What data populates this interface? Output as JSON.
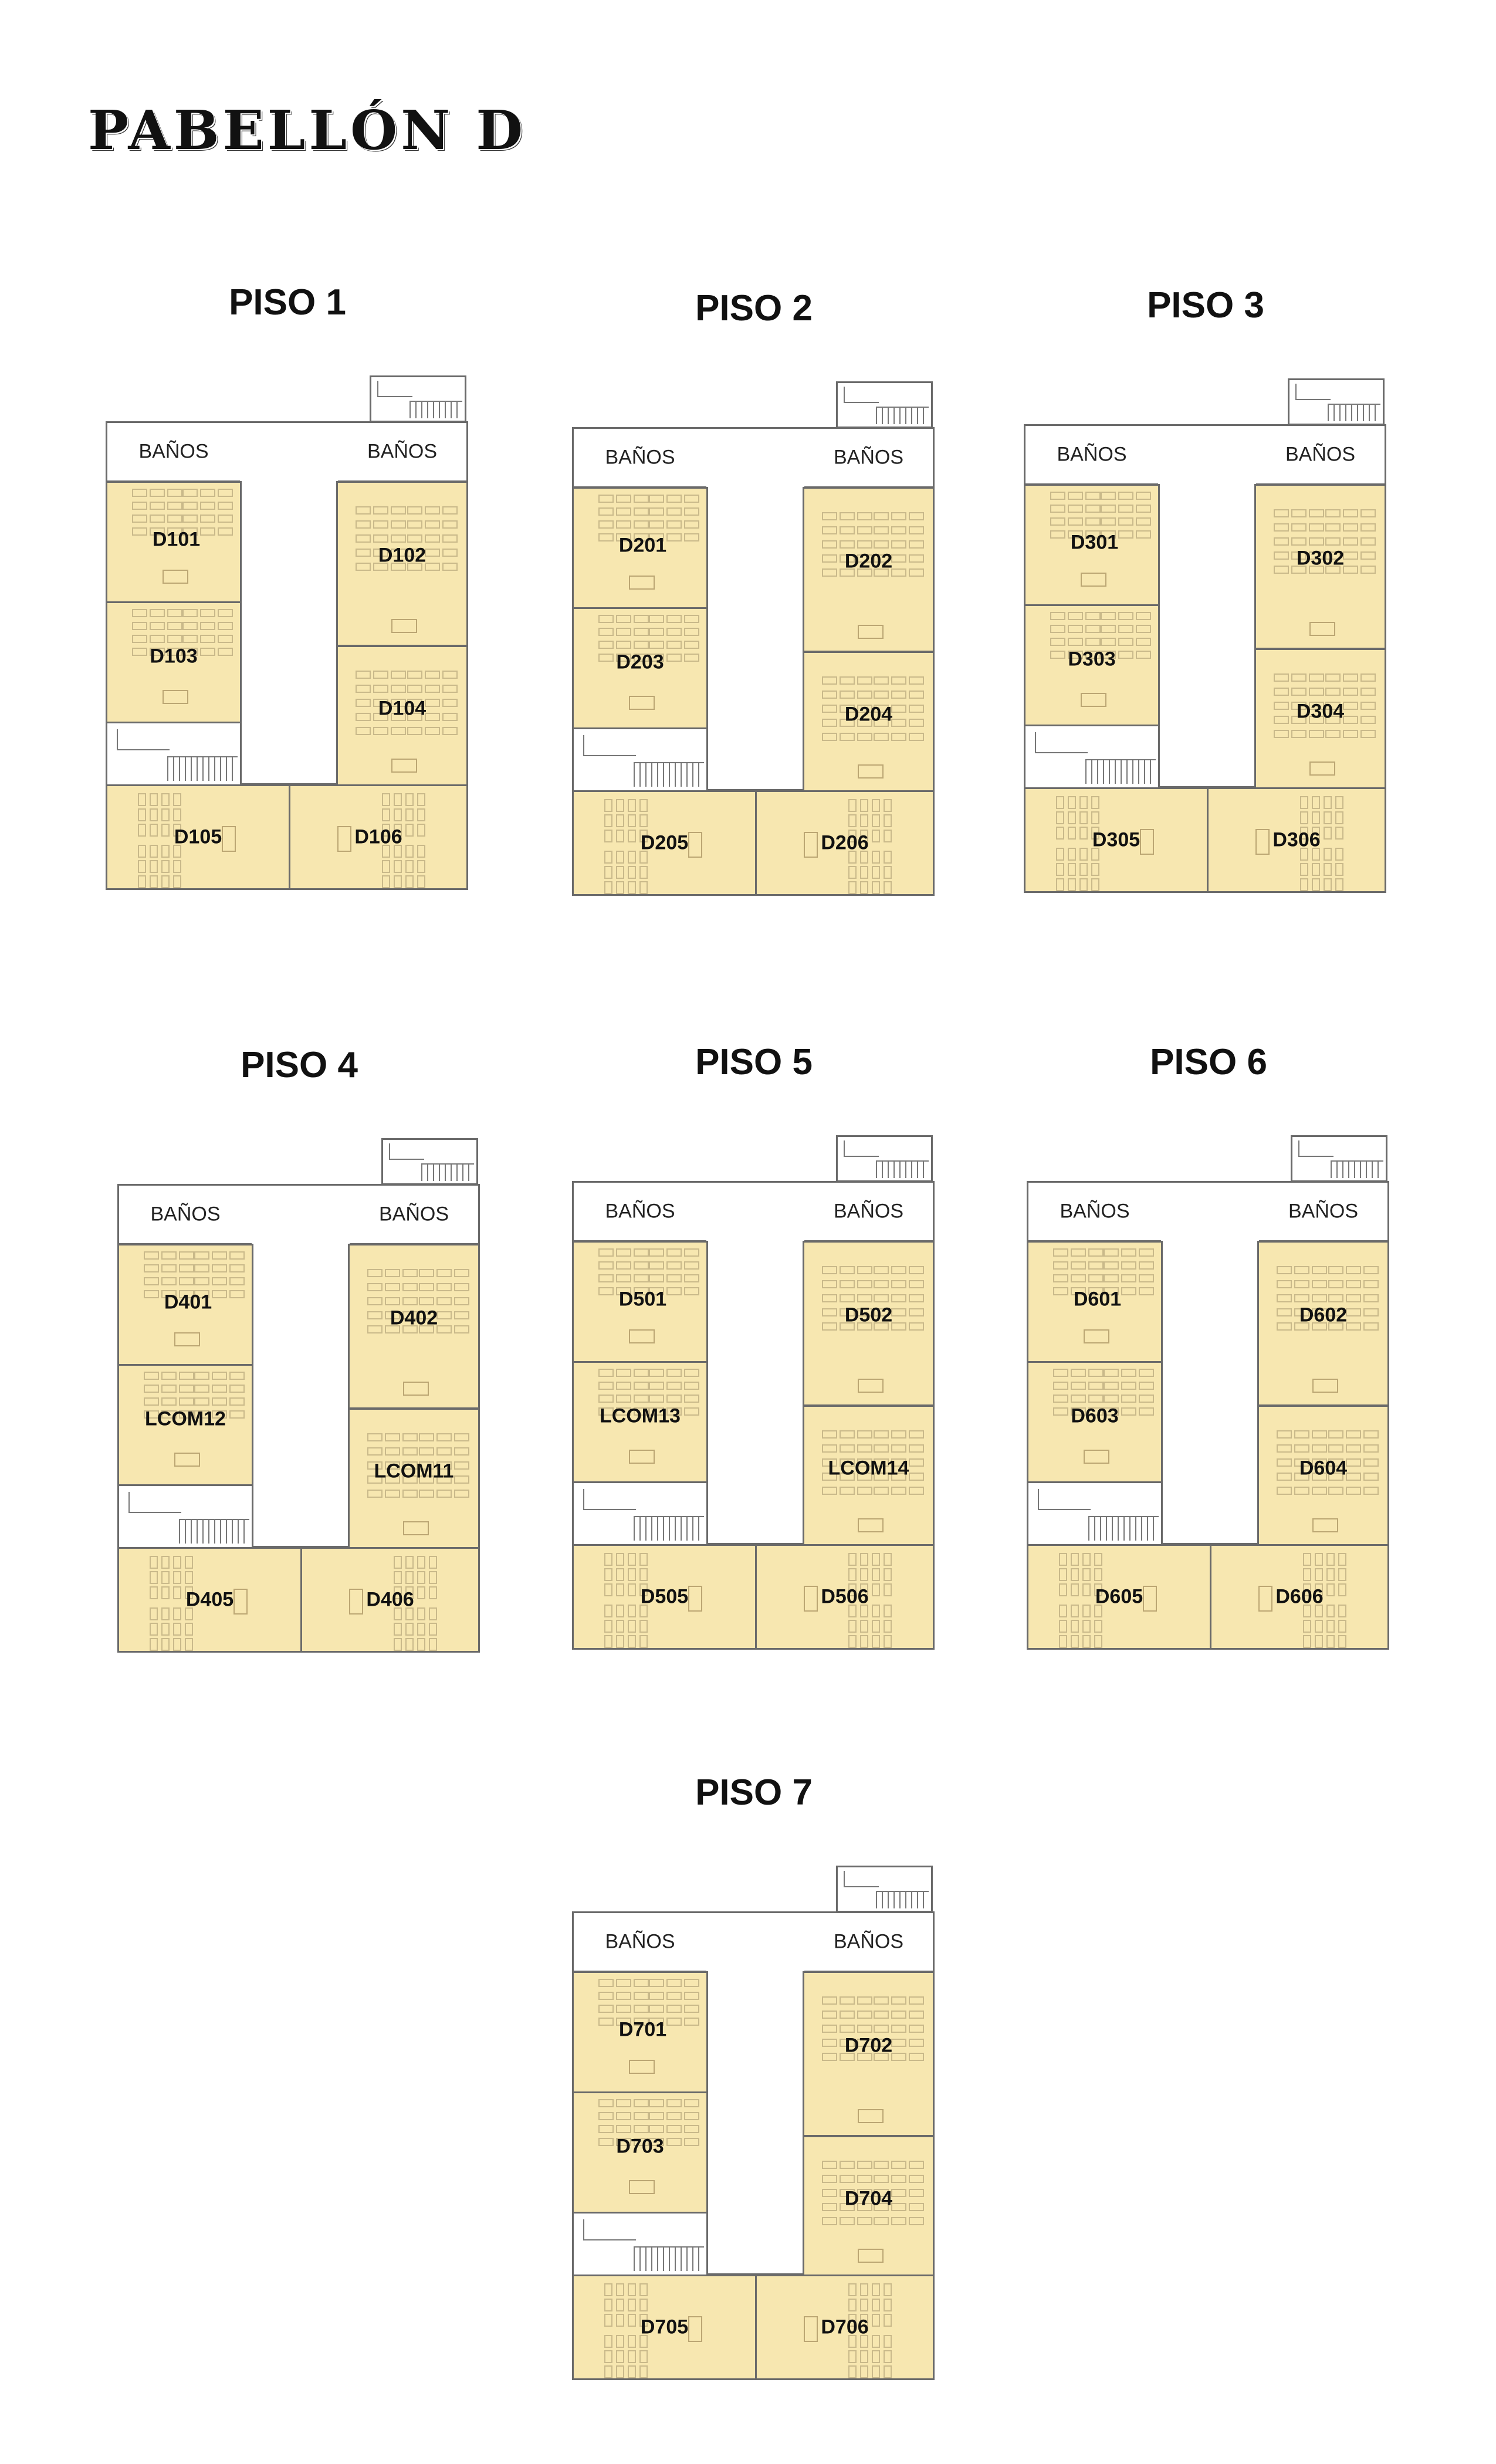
{
  "title": "PABELLÓN D",
  "banos_label": "BAÑOS",
  "floors": [
    {
      "title": "PISO 1",
      "rooms": [
        "D101",
        "D102",
        "D103",
        "D104",
        "D105",
        "D106"
      ]
    },
    {
      "title": "PISO 2",
      "rooms": [
        "D201",
        "D202",
        "D203",
        "D204",
        "D205",
        "D206"
      ]
    },
    {
      "title": "PISO 3",
      "rooms": [
        "D301",
        "D302",
        "D303",
        "D304",
        "D305",
        "D306"
      ]
    },
    {
      "title": "PISO 4",
      "rooms": [
        "D401",
        "D402",
        "LCOM12",
        "LCOM11",
        "D405",
        "D406"
      ]
    },
    {
      "title": "PISO 5",
      "rooms": [
        "D501",
        "D502",
        "LCOM13",
        "LCOM14",
        "D505",
        "D506"
      ]
    },
    {
      "title": "PISO 6",
      "rooms": [
        "D601",
        "D602",
        "D603",
        "D604",
        "D605",
        "D606"
      ]
    },
    {
      "title": "PISO 7",
      "rooms": [
        "D701",
        "D702",
        "D703",
        "D704",
        "D705",
        "D706"
      ]
    }
  ]
}
